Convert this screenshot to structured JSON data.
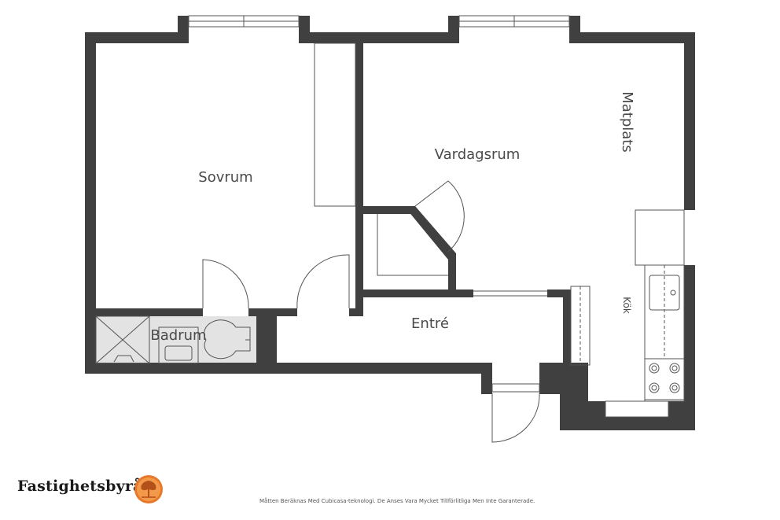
{
  "rooms": {
    "sovrum": "Sovrum",
    "vardagsrum": "Vardagsrum",
    "matplats": "Matplats",
    "badrum": "Badrum",
    "entre": "Entré",
    "kok": "Kök"
  },
  "footer": {
    "brand": "Fastighetsbyrån",
    "disclaimer": "Måtten Beräknas Med Cubicasa-teknologi. De Anses Vara Mycket Tillförlitliga Men Inte Garanterade."
  },
  "colors": {
    "wall": "#404040",
    "fixture_line": "#555555",
    "bath_floor": "#e3e3e3",
    "logo_orange": "#e8782a"
  },
  "icons": {
    "logo": "tree-logo-icon"
  }
}
